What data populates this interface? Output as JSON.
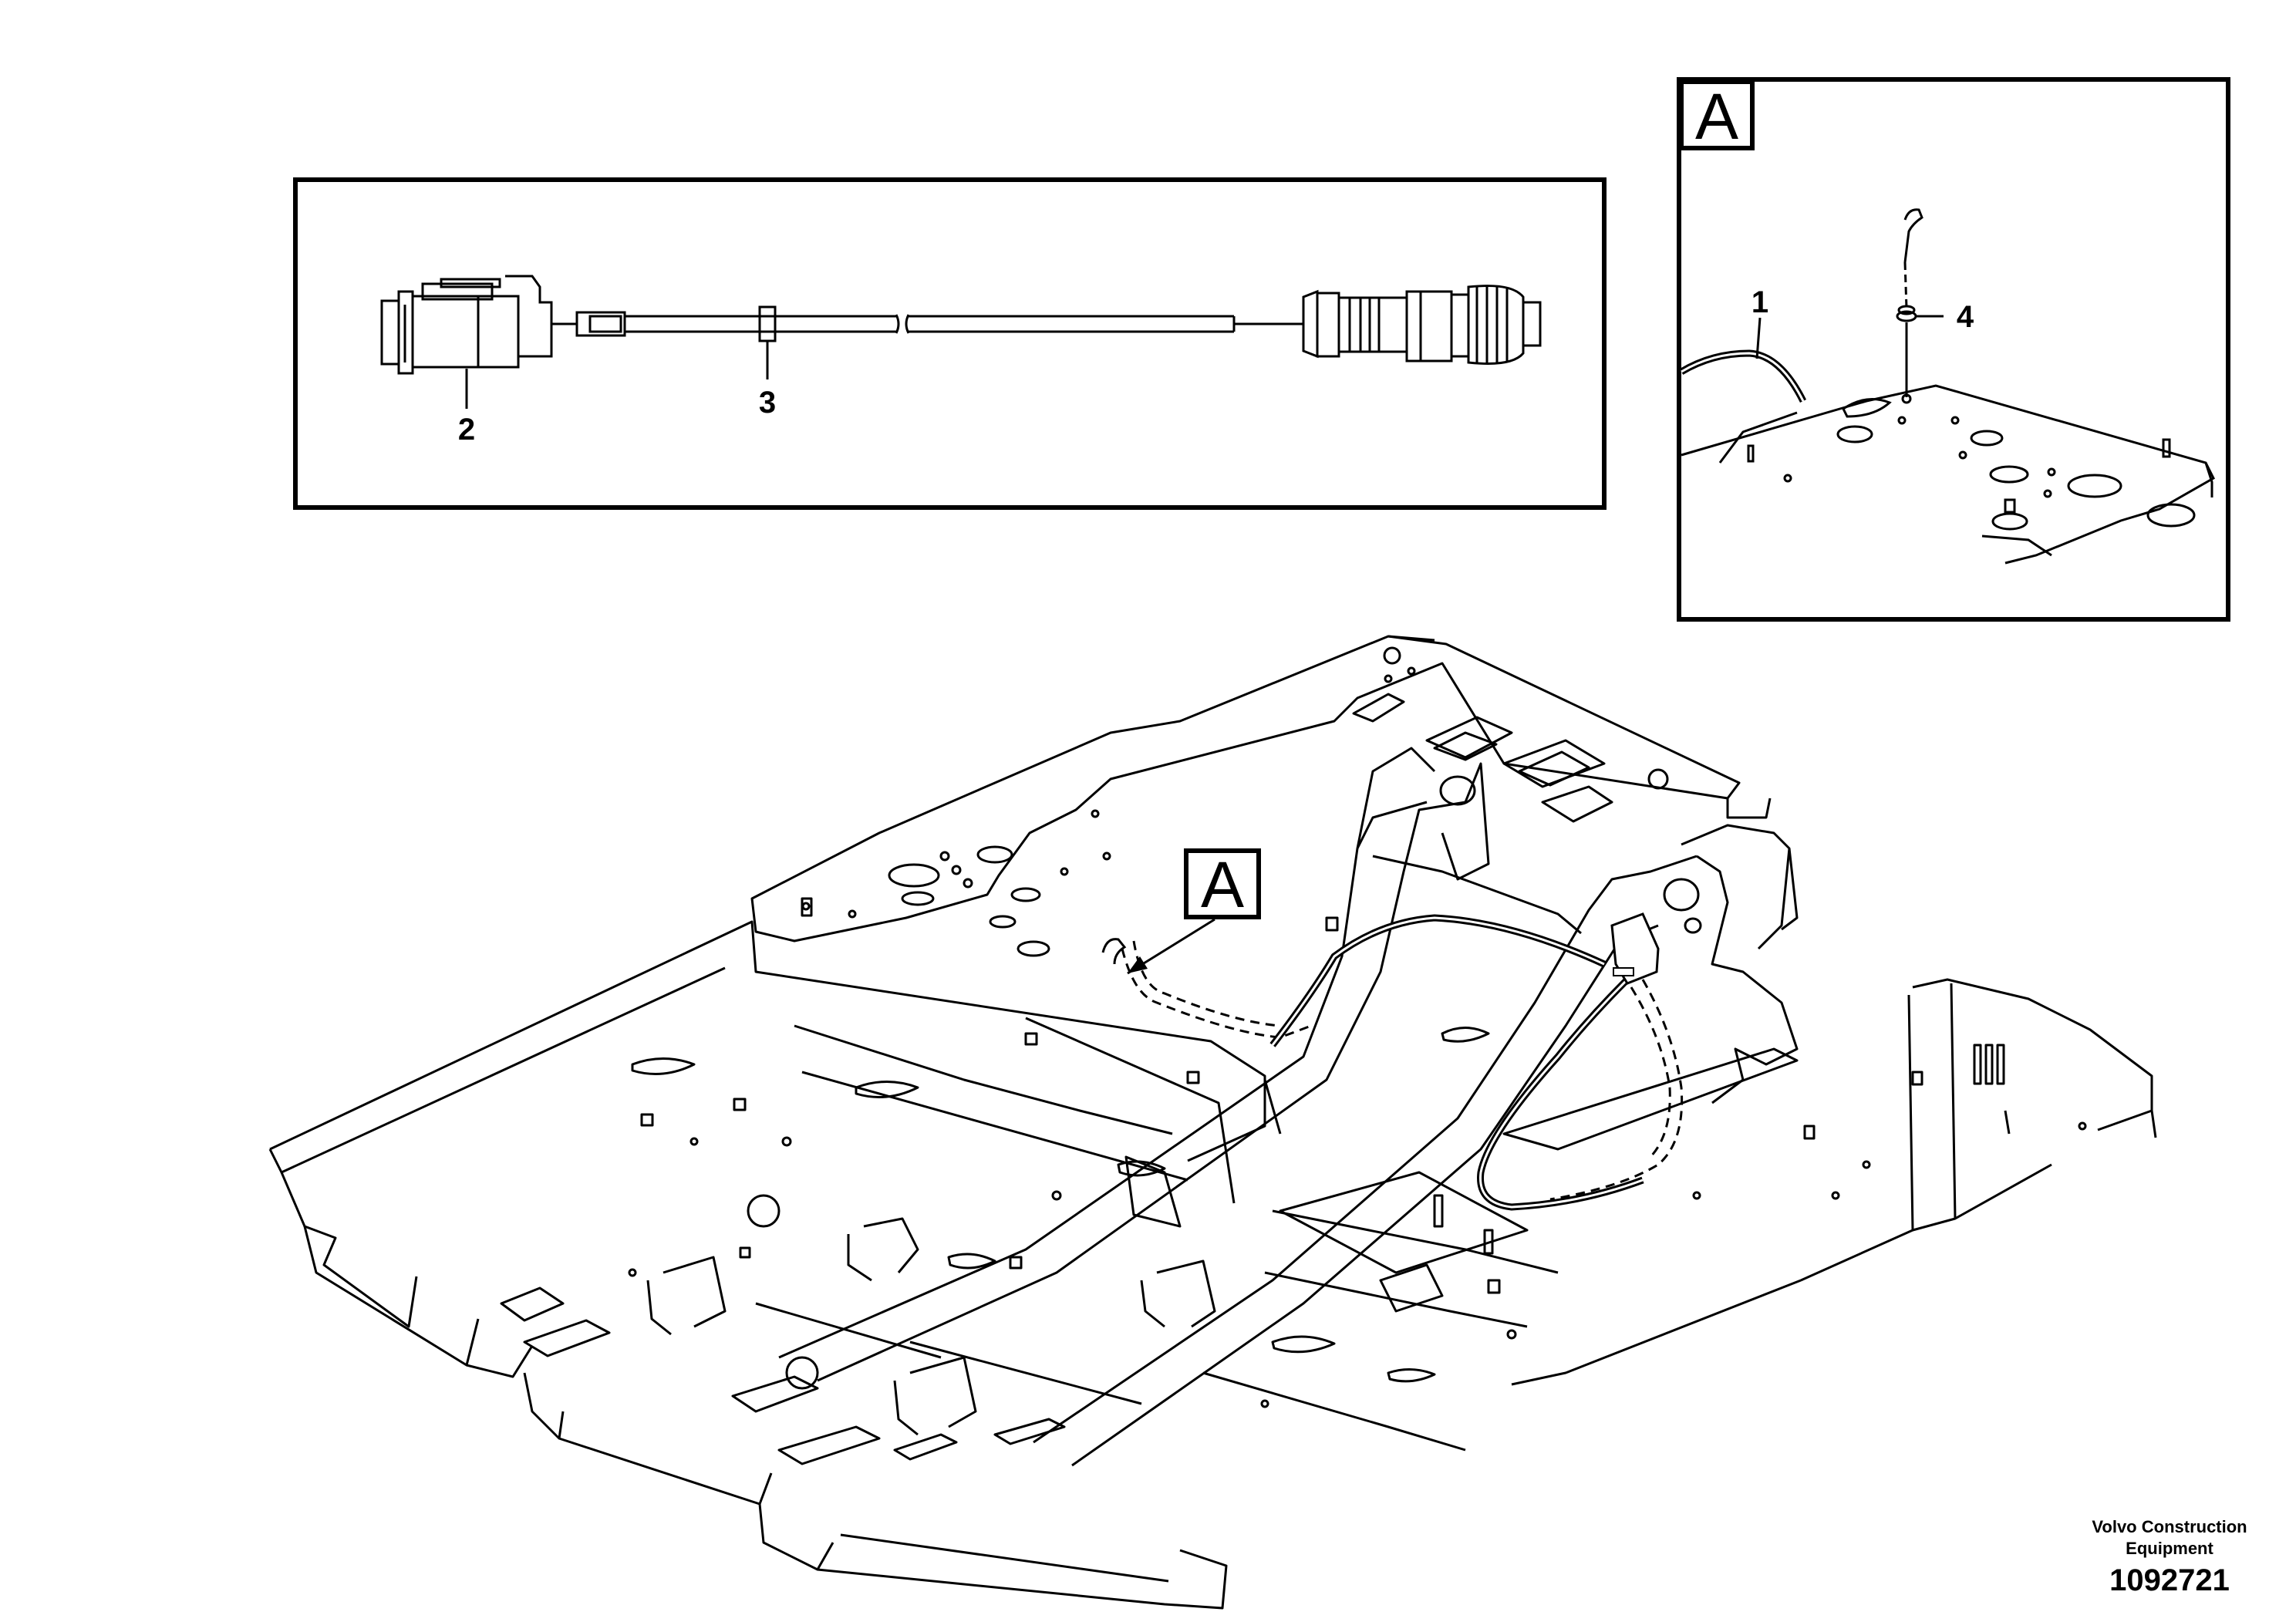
{
  "detail_box": {
    "callouts": {
      "connector": "2",
      "sleeve": "3"
    }
  },
  "view_a": {
    "title": "A",
    "callouts": {
      "harness": "1",
      "grommet": "4"
    }
  },
  "main_view": {
    "view_marker": "A"
  },
  "footer": {
    "brand_line1": "Volvo Construction",
    "brand_line2": "Equipment",
    "document_number": "1092721"
  },
  "colors": {
    "line": "#000000",
    "background": "#ffffff"
  }
}
